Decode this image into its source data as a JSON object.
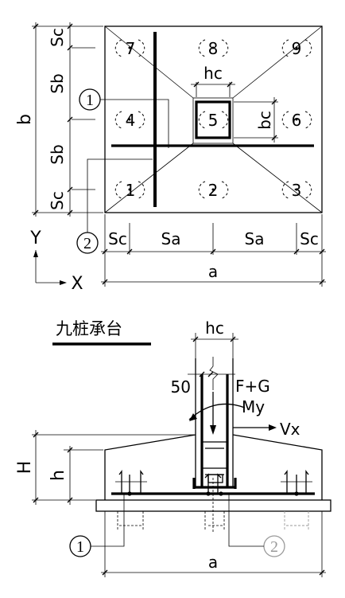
{
  "plan": {
    "pile_numbers": [
      "1",
      "2",
      "3",
      "4",
      "5",
      "6",
      "7",
      "8",
      "9"
    ],
    "dim_left": [
      "Sc",
      "Sb",
      "Sb",
      "Sc"
    ],
    "dim_b": "b",
    "dim_bottom": [
      "Sc",
      "Sa",
      "Sa",
      "Sc"
    ],
    "dim_a": "a",
    "column_w": "hc",
    "column_h": "bc",
    "callout_1": "1",
    "callout_2": "2",
    "axis_y": "Y",
    "axis_x": "X"
  },
  "title": "九桩承台",
  "section": {
    "column_w": "hc",
    "cover": "50",
    "load": "F+G",
    "moment": "My",
    "shear": "Vx",
    "dim_H": "H",
    "dim_h": "h",
    "dim_a": "a",
    "callout_1": "1",
    "callout_2": "2"
  }
}
